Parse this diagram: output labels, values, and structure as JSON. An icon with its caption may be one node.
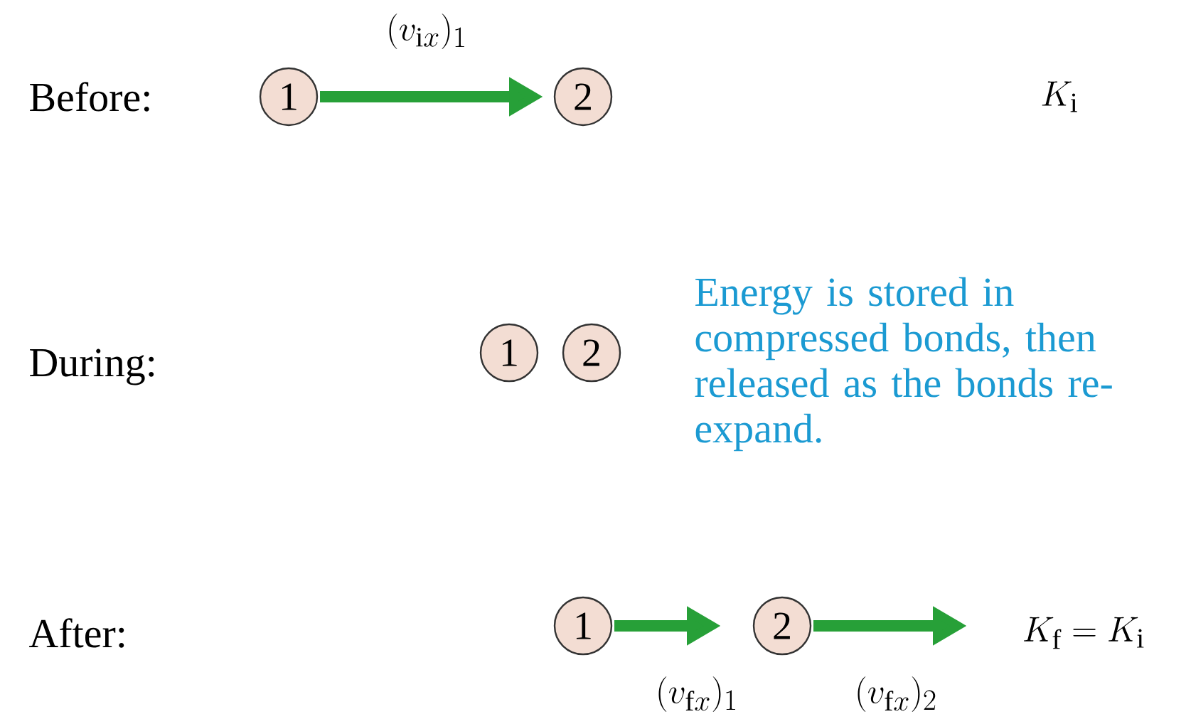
{
  "diagram": {
    "nodes": [
      {
        "text": [
          "1"
        ]
      },
      {
        "text": [
          "2"
        ]
      },
      {
        "text": [
          "1"
        ]
      },
      {
        "text": [
          "2"
        ]
      },
      {
        "text": [
          "1"
        ]
      },
      {
        "text": [
          "2"
        ]
      }
    ],
    "labels": [
      "(v_{\\mathrm{i}x})_1",
      "Before:",
      "K_\\mathrm{i}",
      "Energy is stored in compressed bonds, then released as the bonds re-expand.",
      "During:",
      "After:",
      "K_\\mathrm{f} = K_\\mathrm{i}",
      "(v_{\\mathrm{f}x})_1",
      "(v_{\\mathrm{f}x})_2"
    ]
  }
}
